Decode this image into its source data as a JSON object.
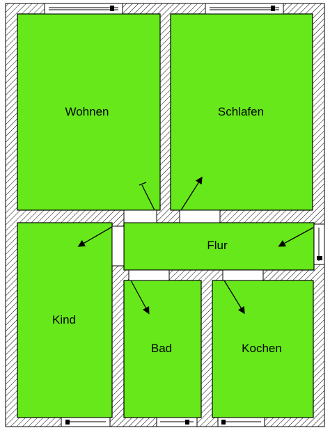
{
  "plan": {
    "rooms": {
      "wohnen": "Wohnen",
      "schlafen": "Schlafen",
      "flur": "Flur",
      "kind": "Kind",
      "bad": "Bad",
      "kochen": "Kochen"
    }
  },
  "colors": {
    "room_fill": "#66e81a",
    "wall_hatch": "#000000",
    "background": "#ffffff"
  }
}
